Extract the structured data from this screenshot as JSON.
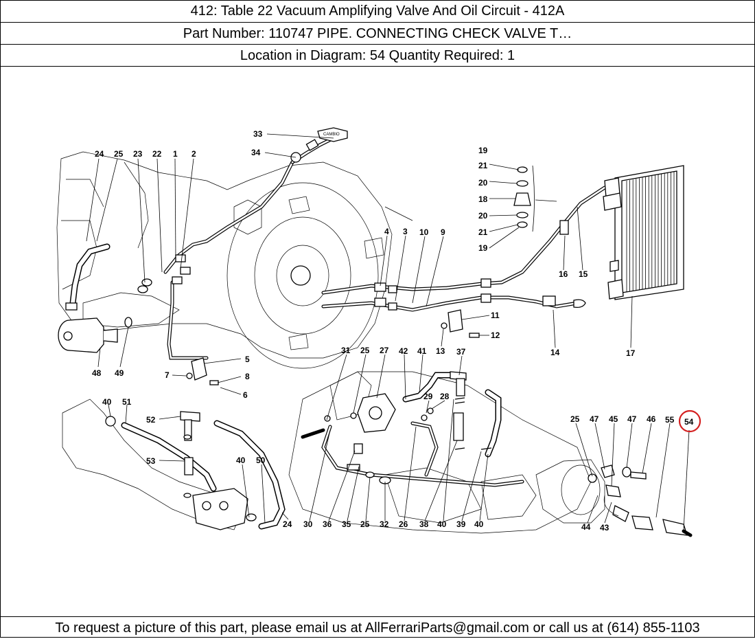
{
  "header": {
    "title": "412:   Table 22 Vacuum Amplifying Valve And Oil Circuit - 412A",
    "part_number": "Part Number: 110747   PIPE. CONNECTING CHECK VALVE T…",
    "location": "Location in Diagram: 54   Quantity Required: 1"
  },
  "diagram": {
    "dipstick_text": "CAMBIO",
    "highlighted_label": "54",
    "highlight_color": "#d42020",
    "labels": [
      "1",
      "2",
      "3",
      "4",
      "5",
      "6",
      "7",
      "8",
      "9",
      "10",
      "11",
      "12",
      "13",
      "14",
      "15",
      "16",
      "17",
      "18",
      "19",
      "20",
      "21",
      "22",
      "23",
      "24",
      "25",
      "26",
      "27",
      "28",
      "29",
      "30",
      "31",
      "32",
      "33",
      "34",
      "35",
      "36",
      "37",
      "38",
      "39",
      "40",
      "41",
      "42",
      "43",
      "44",
      "45",
      "46",
      "47",
      "48",
      "49",
      "50",
      "51",
      "52",
      "53",
      "54",
      "55"
    ]
  },
  "footer": {
    "text": "To request a picture of this part, please email us at AllFerrariParts@gmail.com or call us at (614) 855-1103"
  }
}
